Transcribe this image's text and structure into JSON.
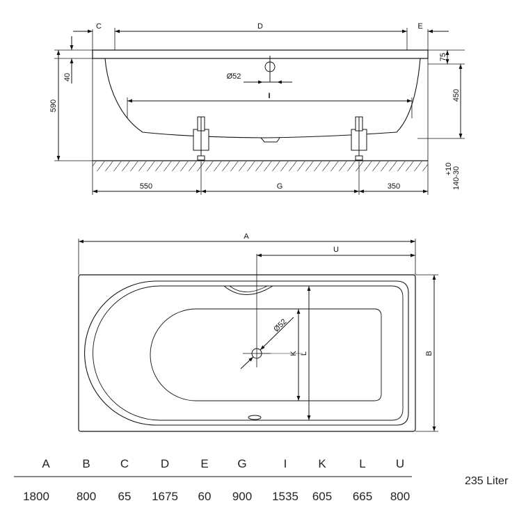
{
  "side_view": {
    "labels": {
      "c": "C",
      "d": "D",
      "e": "E",
      "i": "I",
      "g": "G",
      "drain_diameter": "Ø52",
      "dim_40": "40",
      "dim_590": "590",
      "dim_75": "75",
      "dim_450": "450",
      "dim_feet_top": "+10",
      "dim_feet_bottom": "140-30",
      "dim_550": "550",
      "dim_350": "350"
    }
  },
  "top_view": {
    "labels": {
      "a": "A",
      "u": "U",
      "b": "B",
      "k": "K",
      "l": "L",
      "drain_diameter": "Ø52"
    }
  },
  "table": {
    "headers": [
      "A",
      "B",
      "C",
      "D",
      "E",
      "G",
      "I",
      "K",
      "L",
      "U"
    ],
    "values": [
      "1800",
      "800",
      "65",
      "1675",
      "60",
      "900",
      "1535",
      "605",
      "665",
      "800"
    ]
  },
  "capacity": "235 Liter"
}
